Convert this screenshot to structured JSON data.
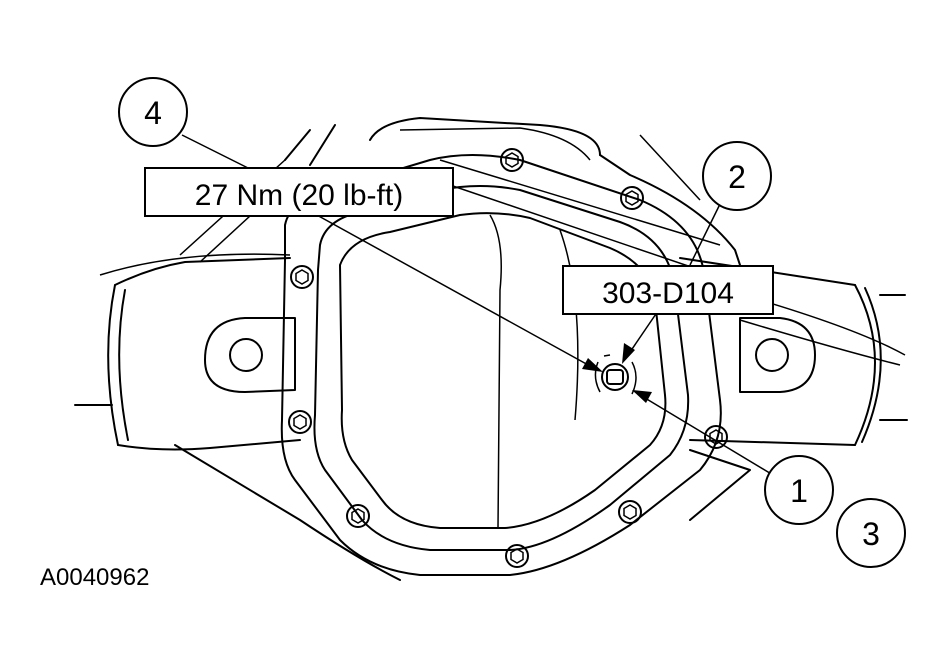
{
  "callouts": {
    "c1": "1",
    "c2": "2",
    "c3": "3",
    "c4": "4"
  },
  "labels": {
    "torque": "27 Nm (20 lb-ft)",
    "tool": "303-D104",
    "figure_id": "A0040962"
  }
}
